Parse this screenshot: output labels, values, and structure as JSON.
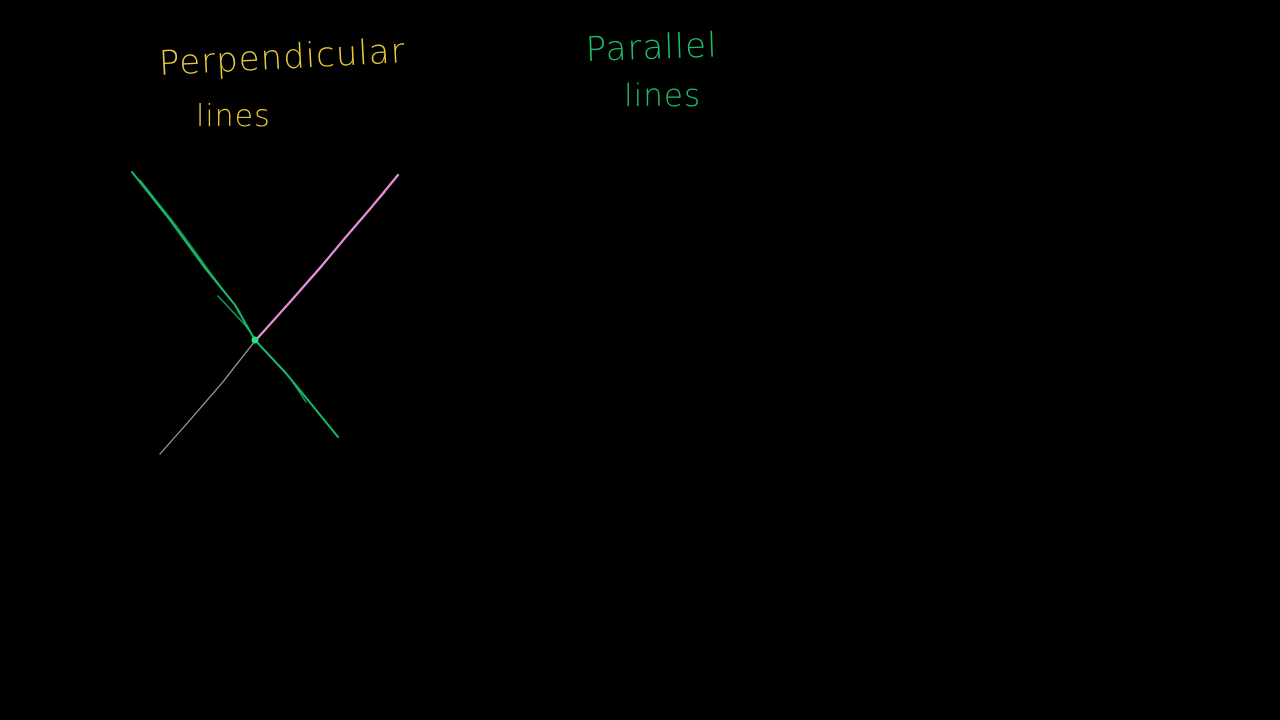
{
  "colors": {
    "background": "#000000",
    "perpendicular_heading": "#e6c93a",
    "parallel_heading": "#1fbf6a",
    "green_line": "#17b86a",
    "pink_line": "#e88fd6",
    "gray_line": "#9a9a9a",
    "intersection_point": "#27e08a"
  },
  "headings": {
    "perpendicular": {
      "line1": "Perpendicular",
      "line2": "lines"
    },
    "parallel": {
      "line1": "Parallel",
      "line2": "lines"
    }
  }
}
